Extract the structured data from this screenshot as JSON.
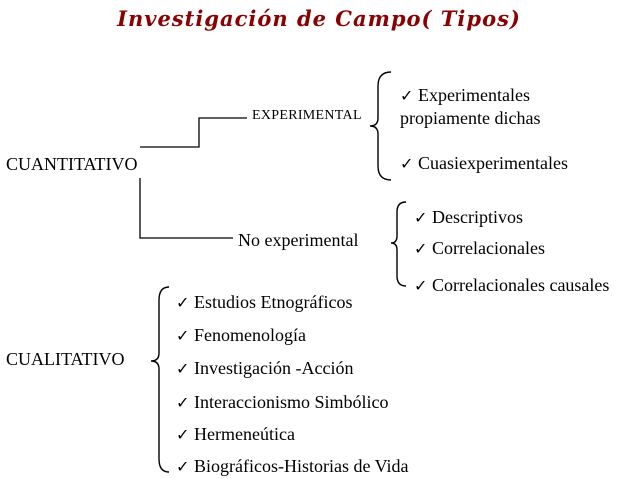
{
  "title": "Investigación de Campo( Tipos)",
  "colors": {
    "title": "#8b0000",
    "text": "#000000",
    "background": "#ffffff"
  },
  "check_glyph": "✓",
  "cuantitativo": {
    "label": "CUANTITATIVO",
    "experimental": {
      "label": "EXPERIMENTAL",
      "items": [
        {
          "line1": "Experimentales",
          "line2": "propiamente dichas"
        },
        {
          "line1": "Cuasiexperimentales"
        }
      ]
    },
    "no_experimental": {
      "label": "No experimental",
      "items": [
        "Descriptivos",
        "Correlacionales",
        "Correlacionales causales"
      ]
    }
  },
  "cualitativo": {
    "label": "CUALITATIVO",
    "items": [
      "Estudios Etnográficos",
      "Fenomenología",
      "Investigación -Acción",
      "Interaccionismo Simbólico",
      "Hermeneútica",
      "Biográficos-Historias de Vida"
    ]
  }
}
